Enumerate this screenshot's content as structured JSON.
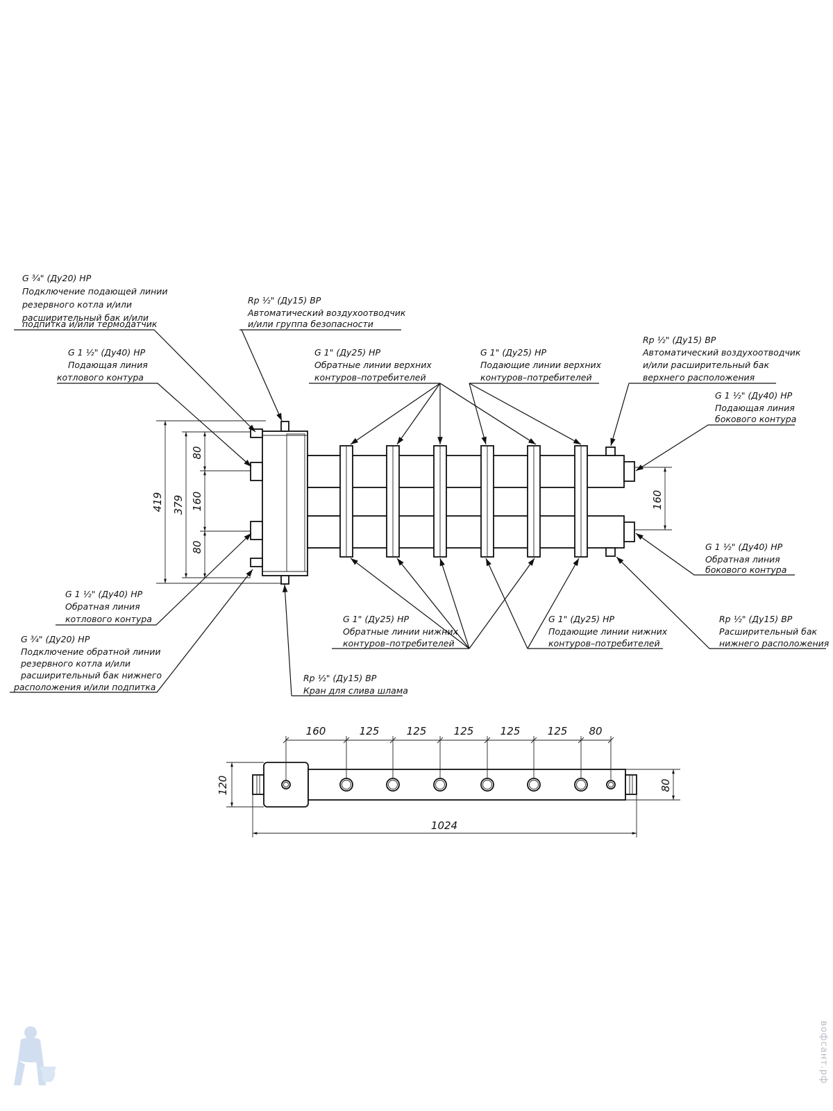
{
  "callouts": {
    "c1": {
      "line1": "G ¾\" (Ду20) НР",
      "line2": "Подключение подающей линии",
      "line3": "резервного котла и/или",
      "line4": "расширительный бак и/или",
      "line5": "подпитка и/или термодатчик"
    },
    "c2": {
      "line1": "Rp ½\" (Ду15) ВР",
      "line2": "Автоматический воздухоотводчик",
      "line3": "и/или группа безопасности"
    },
    "c3": {
      "line1": "G 1 ½\" (Ду40) НР",
      "line2": "Подающая линия",
      "line3": "котлового контура"
    },
    "c4": {
      "line1": "G 1\" (Ду25) НР",
      "line2": "Обратные линии верхних",
      "line3": "контуров–потребителей"
    },
    "c5": {
      "line1": "G 1\" (Ду25) НР",
      "line2": "Подающие линии верхних",
      "line3": "контуров–потребителей"
    },
    "c6": {
      "line1": "Rp ½\" (Ду15) ВР",
      "line2": "Автоматический воздухоотводчик",
      "line3": "и/или расширительный бак",
      "line4": "верхнего расположения"
    },
    "c7": {
      "line1": "G 1 ½\" (Ду40) НР",
      "line2": "Подающая линия",
      "line3": "бокового контура"
    },
    "c8": {
      "line1": "G 1 ½\" (Ду40) НР",
      "line2": "Обратная линия",
      "line3": "бокового контура"
    },
    "c9": {
      "line1": "G 1 ½\" (Ду40) НР",
      "line2": "Обратная линия",
      "line3": "котлового контура"
    },
    "c10": {
      "line1": "G ¾\" (Ду20) НР",
      "line2": "Подключение обратной линии",
      "line3": "резервного котла и/или",
      "line4": "расширительный бак нижнего",
      "line5": "расположения и/или подпитка"
    },
    "c11": {
      "line1": "G 1\" (Ду25) НР",
      "line2": "Обратные линии нижних",
      "line3": "контуров–потребителей"
    },
    "c12": {
      "line1": "G 1\" (Ду25) НР",
      "line2": "Подающие линии нижних",
      "line3": "контуров–потребителей"
    },
    "c13": {
      "line1": "Rp ½\" (Ду15) ВР",
      "line2": "Расширительный бак",
      "line3": "нижнего расположения"
    },
    "c14": {
      "line1": "Rp ½\" (Ду15) ВР",
      "line2": "Кран для слива шлама"
    }
  },
  "dimensions": {
    "front": {
      "overall": "419",
      "inner": "379",
      "top": "80",
      "middle": "160",
      "bottom": "80",
      "right": "160"
    },
    "plan": {
      "d1": "160",
      "d2": "125",
      "d3": "125",
      "d4": "125",
      "d5": "125",
      "d6": "125",
      "d7": "80",
      "length": "1024",
      "height_left": "120",
      "height_right": "80"
    }
  },
  "watermark": "вофсант.рф"
}
